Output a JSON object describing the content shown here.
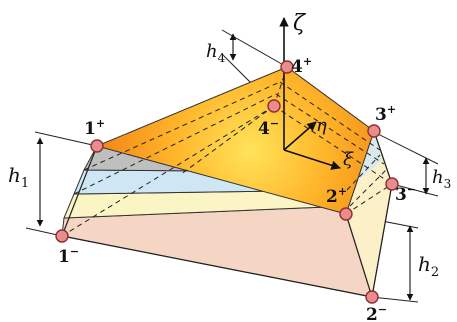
{
  "diagram": {
    "axes": {
      "zeta": "ζ",
      "eta": "η",
      "xi": "ξ"
    },
    "nodes": {
      "n1_top": {
        "num": "1",
        "sign": "+"
      },
      "n1_bot": {
        "num": "1",
        "sign": "−"
      },
      "n2_top": {
        "num": "2",
        "sign": "+"
      },
      "n2_bot": {
        "num": "2",
        "sign": "−"
      },
      "n3_top": {
        "num": "3",
        "sign": "+"
      },
      "n3_bot": {
        "num": "3",
        "sign": "−"
      },
      "n4_top": {
        "num": "4",
        "sign": "+"
      },
      "n4_bot": {
        "num": "4",
        "sign": "−"
      }
    },
    "dimensions": {
      "h1": {
        "base": "h",
        "sub": "1"
      },
      "h2": {
        "base": "h",
        "sub": "2"
      },
      "h3": {
        "base": "h",
        "sub": "3"
      },
      "h4": {
        "base": "h",
        "sub": "4"
      }
    },
    "colors": {
      "top_face_center": "#ffe35a",
      "top_face_mid": "#ffb52a",
      "top_face_edge": "#ee7a10",
      "layer_gray": "#bfbfbf",
      "layer_blue": "#cfe6f5",
      "layer_yellow": "#fbf4c4",
      "layer_pink": "#f5d5c4",
      "node_fill": "#ea8b8e",
      "node_stroke": "#8a3030"
    }
  }
}
